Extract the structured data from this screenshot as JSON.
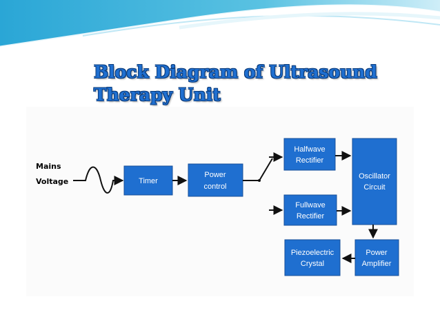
{
  "title": {
    "line1": "Block Diagram of  Ultrasound",
    "line2": "Therapy Unit"
  },
  "input_label": {
    "line1": "Mains",
    "line2": "Voltage"
  },
  "blocks": {
    "timer": {
      "line1": "Timer"
    },
    "power_control": {
      "line1": "Power",
      "line2": "control"
    },
    "halfwave": {
      "line1": "Halfwave",
      "line2": "Rectifier"
    },
    "fullwave": {
      "line1": "Fullwave",
      "line2": "Rectifier"
    },
    "oscillator": {
      "line1": "Oscillator",
      "line2": "Circuit"
    },
    "power_amplifier": {
      "line1": "Power",
      "line2": "Amplifier"
    },
    "piezo": {
      "line1": "Piezoelectric",
      "line2": "Crystal"
    }
  },
  "colors": {
    "block_fill": "#1f6fd0",
    "block_border": "#174f99",
    "title": "#1f6fd0",
    "header_wave": "#35b3d9"
  }
}
